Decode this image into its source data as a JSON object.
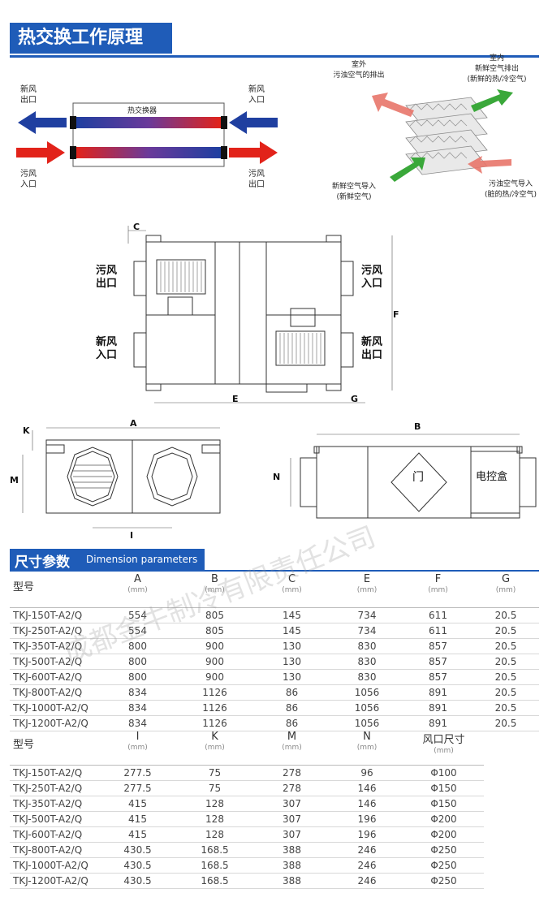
{
  "principle": {
    "title": "热交换工作原理",
    "left_diagram": {
      "fresh_out": "新风\n出口",
      "fresh_in": "新风\n入口",
      "dirty_in": "污风\n入口",
      "dirty_out": "污风\n出口",
      "exchanger": "热交换器"
    },
    "right_diagram": {
      "outdoor": "室外\n污浊空气的排出",
      "indoor": "室内\n新鲜空气排出\n(新鲜的热/冷空气)",
      "fresh_intake": "新鲜空气导入\n(新鲜空气)",
      "dirty_intake": "污浊空气导入\n(脏的热/冷空气)"
    },
    "colors": {
      "blue": "#1f3fa0",
      "red": "#e2231a",
      "green": "#3aa83a",
      "salmon": "#e8766a"
    }
  },
  "drawing": {
    "dirty_out": "污风\n出口",
    "fresh_in": "新风\n入口",
    "dirty_in": "污风\n入口",
    "fresh_out": "新风\n出口",
    "dim_c": "C",
    "dim_e": "E",
    "dim_f": "F",
    "dim_g": "G",
    "dim_a": "A",
    "dim_k": "K",
    "dim_m": "M",
    "dim_i": "I",
    "dim_b": "B",
    "dim_n": "N",
    "door": "门",
    "control_box": "电控盒"
  },
  "dimension": {
    "title_cn": "尺寸参数",
    "title_en": "Dimension parameters",
    "table1": {
      "headers": [
        {
          "name": "型号",
          "unit": ""
        },
        {
          "name": "A",
          "unit": "(mm)"
        },
        {
          "name": "B",
          "unit": "(mm)"
        },
        {
          "name": "C",
          "unit": "(mm)"
        },
        {
          "name": "E",
          "unit": "(mm)"
        },
        {
          "name": "F",
          "unit": "(mm)"
        },
        {
          "name": "G",
          "unit": "(mm)"
        }
      ],
      "rows": [
        [
          "TKJ-150T-A2/Q",
          "554",
          "805",
          "145",
          "734",
          "611",
          "20.5"
        ],
        [
          "TKJ-250T-A2/Q",
          "554",
          "805",
          "145",
          "734",
          "611",
          "20.5"
        ],
        [
          "TKJ-350T-A2/Q",
          "800",
          "900",
          "130",
          "830",
          "857",
          "20.5"
        ],
        [
          "TKJ-500T-A2/Q",
          "800",
          "900",
          "130",
          "830",
          "857",
          "20.5"
        ],
        [
          "TKJ-600T-A2/Q",
          "800",
          "900",
          "130",
          "830",
          "857",
          "20.5"
        ],
        [
          "TKJ-800T-A2/Q",
          "834",
          "1126",
          "86",
          "1056",
          "891",
          "20.5"
        ],
        [
          "TKJ-1000T-A2/Q",
          "834",
          "1126",
          "86",
          "1056",
          "891",
          "20.5"
        ],
        [
          "TKJ-1200T-A2/Q",
          "834",
          "1126",
          "86",
          "1056",
          "891",
          "20.5"
        ]
      ]
    },
    "table2": {
      "headers": [
        {
          "name": "型号",
          "unit": ""
        },
        {
          "name": "I",
          "unit": "(mm)"
        },
        {
          "name": "K",
          "unit": "(mm)"
        },
        {
          "name": "M",
          "unit": "(mm)"
        },
        {
          "name": "N",
          "unit": "(mm)"
        },
        {
          "name": "风口尺寸",
          "unit": "(mm)"
        }
      ],
      "rows": [
        [
          "TKJ-150T-A2/Q",
          "277.5",
          "75",
          "278",
          "96",
          "Φ100"
        ],
        [
          "TKJ-250T-A2/Q",
          "277.5",
          "75",
          "278",
          "146",
          "Φ150"
        ],
        [
          "TKJ-350T-A2/Q",
          "415",
          "128",
          "307",
          "146",
          "Φ150"
        ],
        [
          "TKJ-500T-A2/Q",
          "415",
          "128",
          "307",
          "196",
          "Φ200"
        ],
        [
          "TKJ-600T-A2/Q",
          "415",
          "128",
          "307",
          "196",
          "Φ200"
        ],
        [
          "TKJ-800T-A2/Q",
          "430.5",
          "168.5",
          "388",
          "246",
          "Φ250"
        ],
        [
          "TKJ-1000T-A2/Q",
          "430.5",
          "168.5",
          "388",
          "246",
          "Φ250"
        ],
        [
          "TKJ-1200T-A2/Q",
          "430.5",
          "168.5",
          "388",
          "246",
          "Φ250"
        ]
      ]
    },
    "watermark": "成都金牛制冷有限责任公司"
  }
}
